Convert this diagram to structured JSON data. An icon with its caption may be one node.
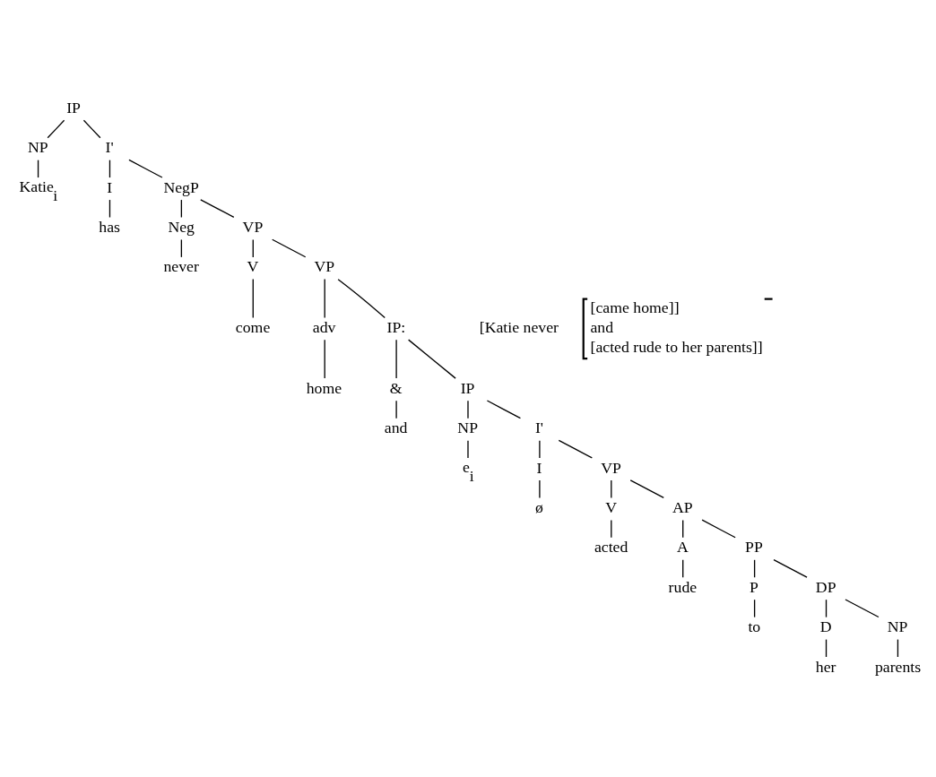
{
  "diagram": {
    "nodes": [
      {
        "text": [
          "IP"
        ]
      },
      {
        "text": [
          "NP"
        ]
      },
      {
        "text": [
          "Katie$_{i}$"
        ]
      },
      {
        "text": [
          "I'"
        ]
      },
      {
        "text": [
          "I"
        ]
      },
      {
        "text": [
          "has"
        ]
      },
      {
        "text": [
          "NegP"
        ]
      },
      {
        "text": [
          "Neg"
        ]
      },
      {
        "text": [
          "never"
        ]
      },
      {
        "text": [
          "VP"
        ]
      },
      {
        "text": [
          "V"
        ]
      },
      {
        "text": [
          "come"
        ]
      },
      {
        "text": [
          "VP"
        ]
      },
      {
        "text": [
          "adv"
        ]
      },
      {
        "text": [
          "home"
        ]
      },
      {
        "text": [
          "IP:"
        ]
      },
      {
        "text": [
          "&"
        ]
      },
      {
        "text": [
          "and"
        ]
      },
      {
        "text": [
          "IP"
        ]
      },
      {
        "text": [
          "NP"
        ]
      },
      {
        "text": [
          "e$_{i}$"
        ]
      },
      {
        "text": [
          "I'"
        ]
      },
      {
        "text": [
          "I"
        ]
      },
      {
        "text": [
          "ø"
        ]
      },
      {
        "text": [
          "VP"
        ]
      },
      {
        "text": [
          "V"
        ]
      },
      {
        "text": [
          "acted"
        ]
      },
      {
        "text": [
          "AP"
        ]
      },
      {
        "text": [
          "A"
        ]
      },
      {
        "text": [
          "rude"
        ]
      },
      {
        "text": [
          "PP"
        ]
      },
      {
        "text": [
          "P"
        ]
      },
      {
        "text": [
          "to"
        ]
      },
      {
        "text": [
          "DP"
        ]
      },
      {
        "text": [
          "D"
        ]
      },
      {
        "text": [
          "her"
        ]
      },
      {
        "text": [
          "NP"
        ]
      },
      {
        "text": [
          "parents"
        ]
      }
    ],
    "edges": [
      {
        "from": 0,
        "to": 1,
        "arrow": "none"
      },
      {
        "from": 1,
        "to": 2,
        "arrow": "none"
      },
      {
        "from": 0,
        "to": 3,
        "arrow": "none"
      },
      {
        "from": 3,
        "to": 4,
        "arrow": "none"
      },
      {
        "from": 4,
        "to": 5,
        "arrow": "none"
      },
      {
        "from": 3,
        "to": 6,
        "arrow": "none"
      },
      {
        "from": 6,
        "to": 7,
        "arrow": "none"
      },
      {
        "from": 7,
        "to": 8,
        "arrow": "none"
      },
      {
        "from": 6,
        "to": 9,
        "arrow": "none"
      },
      {
        "from": 9,
        "to": 10,
        "arrow": "none"
      },
      {
        "from": 10,
        "to": 11,
        "arrow": "none"
      },
      {
        "from": 9,
        "to": 12,
        "arrow": "none"
      },
      {
        "from": 12,
        "to": 13,
        "arrow": "none"
      },
      {
        "from": 13,
        "to": 14,
        "arrow": "none"
      },
      {
        "from": 12,
        "to": 15,
        "arrow": "none"
      },
      {
        "from": 15,
        "to": 16,
        "arrow": "none"
      },
      {
        "from": 16,
        "to": 17,
        "arrow": "none"
      },
      {
        "from": 15,
        "to": 18,
        "arrow": "none"
      },
      {
        "from": 18,
        "to": 19,
        "arrow": "none"
      },
      {
        "from": 19,
        "to": 20,
        "arrow": "none"
      },
      {
        "from": 18,
        "to": 21,
        "arrow": "none"
      },
      {
        "from": 21,
        "to": 22,
        "arrow": "none"
      },
      {
        "from": 22,
        "to": 23,
        "arrow": "none"
      },
      {
        "from": 21,
        "to": 24,
        "arrow": "none"
      },
      {
        "from": 24,
        "to": 25,
        "arrow": "none"
      },
      {
        "from": 25,
        "to": 26,
        "arrow": "none"
      },
      {
        "from": 24,
        "to": 27,
        "arrow": "none"
      },
      {
        "from": 27,
        "to": 28,
        "arrow": "none"
      },
      {
        "from": 28,
        "to": 29,
        "arrow": "none"
      },
      {
        "from": 27,
        "to": 30,
        "arrow": "none"
      },
      {
        "from": 30,
        "to": 31,
        "arrow": "none"
      },
      {
        "from": 31,
        "to": 32,
        "arrow": "none"
      },
      {
        "from": 30,
        "to": 33,
        "arrow": "none"
      },
      {
        "from": 33,
        "to": 34,
        "arrow": "none"
      },
      {
        "from": 34,
        "to": 35,
        "arrow": "none"
      },
      {
        "from": 33,
        "to": 36,
        "arrow": "none"
      },
      {
        "from": 36,
        "to": 37,
        "arrow": "none"
      }
    ],
    "labels": [
      "[Katie never",
      "[came home]]",
      "and",
      "[acted rude to her parents]]"
    ]
  }
}
